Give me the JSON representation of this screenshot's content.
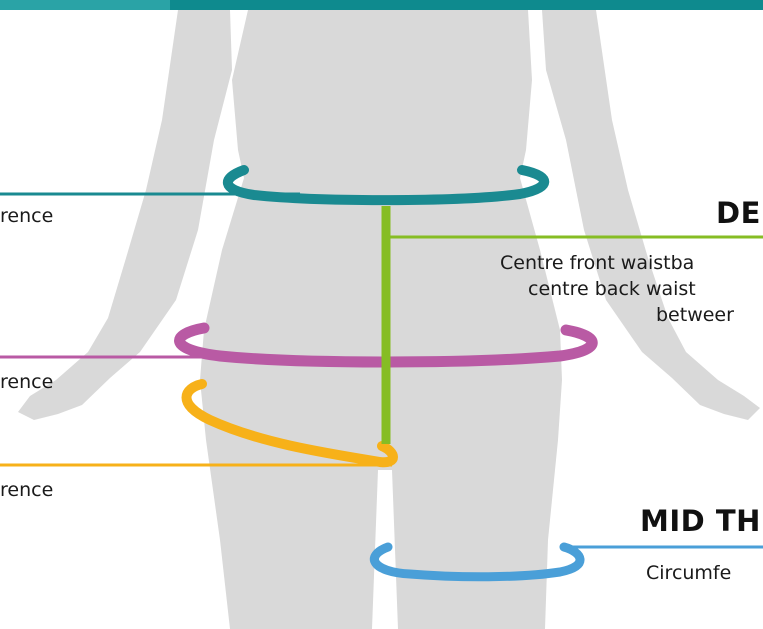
{
  "colors": {
    "body": "#d9d9d9",
    "waist": "#1a8a91",
    "hip": "#b95aa4",
    "thigh": "#f7b119",
    "rise": "#86bd24",
    "mid_thigh": "#4a9fd8",
    "top_band": "#0e8a8e"
  },
  "labels": {
    "waist": "rence",
    "hip": "rence",
    "thigh": "rence"
  },
  "depth": {
    "title": "DE",
    "lines": [
      "Centre front waistba",
      "centre back waist",
      "betweer"
    ]
  },
  "mid_thigh": {
    "title": "MID TH",
    "desc": "Circumfe"
  }
}
